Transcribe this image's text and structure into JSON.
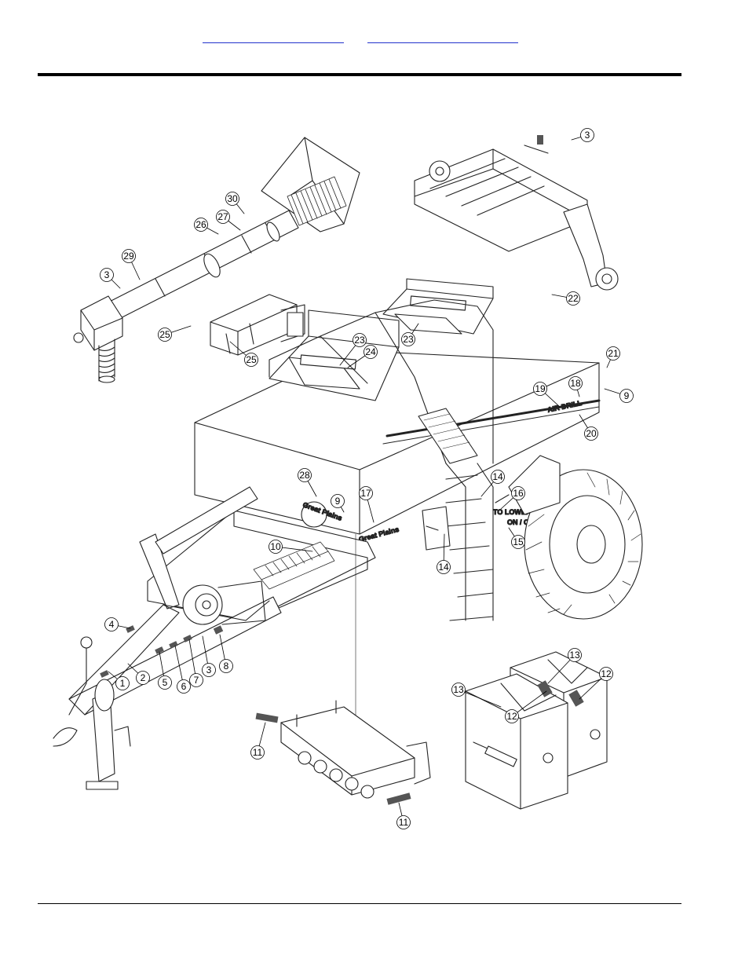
{
  "header": {
    "link_left": "",
    "link_right": ""
  },
  "colors": {
    "link": "#2233cc",
    "rule": "#000000",
    "line_art": "#222222"
  },
  "decals": {
    "brand_front": "Great Plains",
    "brand_side": "Great Plains",
    "model_side": "AIR DRILL",
    "meter_label_left": "",
    "meter_label_right": "",
    "step_label_a": "TO LOWER",
    "step_label_b": "ON / OFF"
  },
  "callouts": [
    {
      "id": "c30",
      "label": "30"
    },
    {
      "id": "c27",
      "label": "27"
    },
    {
      "id": "c26",
      "label": "26"
    },
    {
      "id": "c29",
      "label": "29"
    },
    {
      "id": "c3a",
      "label": "3"
    },
    {
      "id": "c25a",
      "label": "25"
    },
    {
      "id": "c25b",
      "label": "25"
    },
    {
      "id": "c3b",
      "label": "3"
    },
    {
      "id": "c22",
      "label": "22"
    },
    {
      "id": "c23a",
      "label": "23"
    },
    {
      "id": "c23b",
      "label": "23"
    },
    {
      "id": "c24",
      "label": "24"
    },
    {
      "id": "c21",
      "label": "21"
    },
    {
      "id": "c19",
      "label": "19"
    },
    {
      "id": "c18",
      "label": "18"
    },
    {
      "id": "c9a",
      "label": "9"
    },
    {
      "id": "c20",
      "label": "20"
    },
    {
      "id": "c28",
      "label": "28"
    },
    {
      "id": "c9b",
      "label": "9"
    },
    {
      "id": "c17",
      "label": "17"
    },
    {
      "id": "c14a",
      "label": "14"
    },
    {
      "id": "c16",
      "label": "16"
    },
    {
      "id": "c15",
      "label": "15"
    },
    {
      "id": "c14b",
      "label": "14"
    },
    {
      "id": "c10",
      "label": "10"
    },
    {
      "id": "c4",
      "label": "4"
    },
    {
      "id": "c1",
      "label": "1"
    },
    {
      "id": "c2",
      "label": "2"
    },
    {
      "id": "c5",
      "label": "5"
    },
    {
      "id": "c6",
      "label": "6"
    },
    {
      "id": "c7",
      "label": "7"
    },
    {
      "id": "c3c",
      "label": "3"
    },
    {
      "id": "c8",
      "label": "8"
    },
    {
      "id": "c13a",
      "label": "13"
    },
    {
      "id": "c12a",
      "label": "12"
    },
    {
      "id": "c13b",
      "label": "13"
    },
    {
      "id": "c12b",
      "label": "12"
    },
    {
      "id": "c11a",
      "label": "11"
    },
    {
      "id": "c11b",
      "label": "11"
    }
  ]
}
